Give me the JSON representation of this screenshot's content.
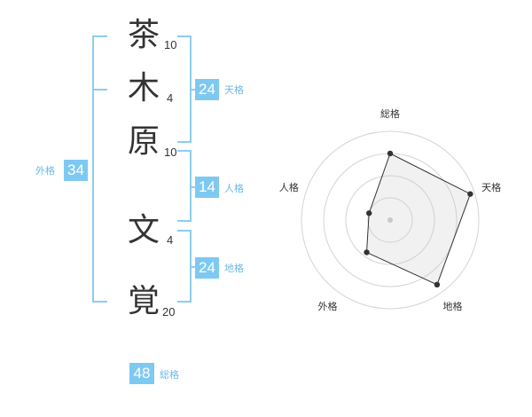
{
  "name_chars": [
    {
      "char": "茶",
      "strokes": "10"
    },
    {
      "char": "木",
      "strokes": "4"
    },
    {
      "char": "原",
      "strokes": "10"
    },
    {
      "char": "文",
      "strokes": "4"
    },
    {
      "char": "覚",
      "strokes": "20"
    }
  ],
  "grid": {
    "tenkaku": {
      "value": "24",
      "label": "天格"
    },
    "jinkaku": {
      "value": "14",
      "label": "人格"
    },
    "chikaku": {
      "value": "24",
      "label": "地格"
    },
    "gaikaku": {
      "value": "34",
      "label": "外格"
    },
    "soukaku": {
      "value": "48",
      "label": "総格"
    }
  },
  "colors": {
    "accent": "#7ec9f2",
    "bracket": "#8dcdf0",
    "label": "#6bbbe8",
    "text": "#333333"
  },
  "chart_data": {
    "type": "radar",
    "axes": [
      "総格",
      "天格",
      "地格",
      "外格",
      "人格"
    ],
    "values": [
      0.75,
      0.95,
      0.9,
      0.45,
      0.25
    ],
    "rings": 4,
    "range": [
      0,
      1
    ]
  }
}
